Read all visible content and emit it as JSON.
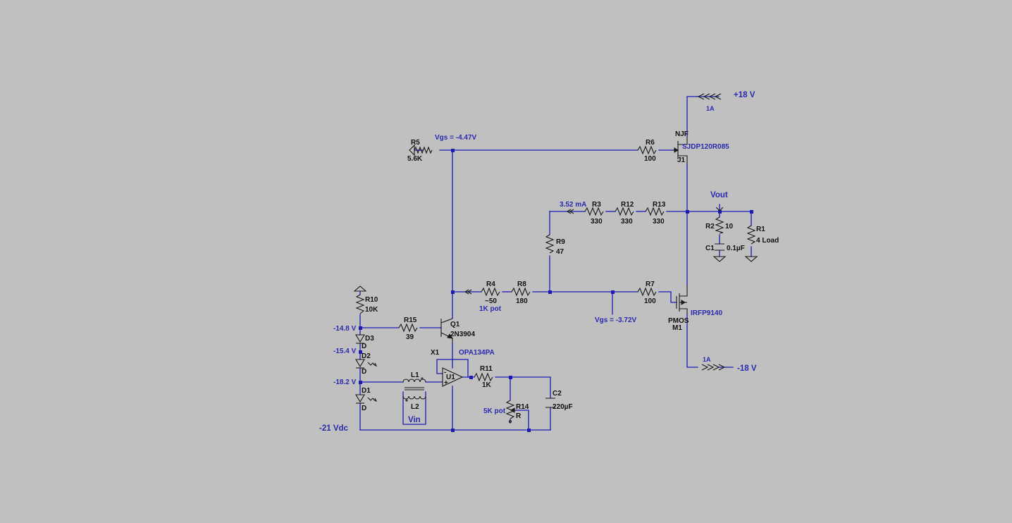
{
  "background": "#c0c0c0",
  "colors": {
    "wire": "#1c1cb4",
    "symbol": "#1a1a1a",
    "net_text": "#2a2ab0"
  },
  "nets": {
    "pos_supply": "+18 V",
    "neg_supply": "-18 V",
    "vout": "Vout",
    "vin": "Vin",
    "source_voltage": "-21 Vdc",
    "vgs_j1": "Vgs = -4.47V",
    "vgs_m1": "Vgs = -3.72V",
    "current_top": "1A",
    "current_bottom": "1A",
    "current_r3": "3.52 mA",
    "node_d3": "-14.8 V",
    "node_d2": "-15.4 V",
    "node_d1": "-18.2 V"
  },
  "components": {
    "R1": {
      "name": "R1",
      "value": "4 Load"
    },
    "R2": {
      "name": "R2",
      "value": "10"
    },
    "C1": {
      "name": "C1",
      "value": "0.1µF"
    },
    "R3": {
      "name": "R3",
      "value": "330"
    },
    "R12": {
      "name": "R12",
      "value": "330"
    },
    "R13": {
      "name": "R13",
      "value": "330"
    },
    "R4": {
      "name": "R4",
      "value": "~50",
      "note": "1K pot"
    },
    "R5": {
      "name": "R5",
      "value": "5.6K"
    },
    "R6": {
      "name": "R6",
      "value": "100"
    },
    "R7": {
      "name": "R7",
      "value": "100"
    },
    "R8": {
      "name": "R8",
      "value": "180"
    },
    "R9": {
      "name": "R9",
      "value": "47"
    },
    "R10": {
      "name": "R10",
      "value": "10K"
    },
    "R11": {
      "name": "R11",
      "value": "1K"
    },
    "R14": {
      "name": "R14",
      "value": "R",
      "note": "5K pot"
    },
    "R15": {
      "name": "R15",
      "value": "39"
    },
    "C2": {
      "name": "C2",
      "value": "220µF"
    },
    "J1": {
      "name": "J1",
      "type": "NJF",
      "model": "SJDP120R085"
    },
    "M1": {
      "name": "M1",
      "type": "PMOS",
      "model": "IRFP9140"
    },
    "Q1": {
      "name": "Q1",
      "model": "2N3904"
    },
    "X1": {
      "name": "X1",
      "model": "OPA134PA"
    },
    "U1": {
      "name": "U1"
    },
    "D1": {
      "name": "D1",
      "model": "D"
    },
    "D2": {
      "name": "D2",
      "model": "D"
    },
    "D3": {
      "name": "D3",
      "model": "D"
    },
    "L1": {
      "name": "L1"
    },
    "L2": {
      "name": "L2"
    }
  }
}
